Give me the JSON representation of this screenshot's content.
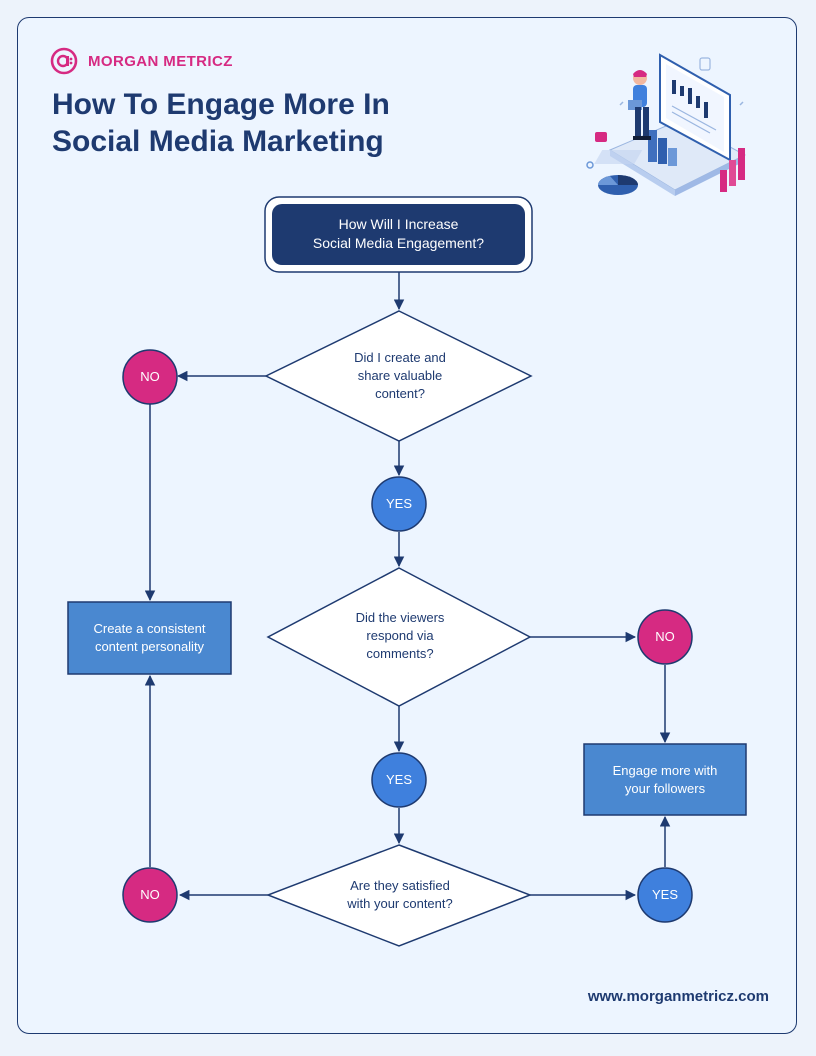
{
  "brand": {
    "name": "MORGAN METRICZ"
  },
  "title": {
    "line1": "How To Engage More In",
    "line2": "Social Media Marketing"
  },
  "footer": {
    "url": "www.morganmetricz.com"
  },
  "illustration": {
    "icon": "analytics-dashboard-illustration"
  },
  "colors": {
    "navy": "#1e3a70",
    "pink": "#d62a82",
    "blue": "#3f80dd",
    "box_blue": "#4a88d0",
    "background": "#edf5ff"
  },
  "flowchart": {
    "start": {
      "line1": "How Will I Increase",
      "line2": "Social Media Engagement?"
    },
    "decision1": {
      "line1": "Did I create and",
      "line2": "share valuable",
      "line3": "content?"
    },
    "decision2": {
      "line1": "Did the viewers",
      "line2": "respond via",
      "line3": "comments?"
    },
    "decision3": {
      "line1": "Are they satisfied",
      "line2": "with your content?"
    },
    "no1": "NO",
    "yes1": "YES",
    "no2": "NO",
    "yes2": "YES",
    "no3": "NO",
    "yes3": "YES",
    "box_left": {
      "line1": "Create a consistent",
      "line2": "content personality"
    },
    "box_right": {
      "line1": "Engage more with",
      "line2": "your followers"
    }
  }
}
